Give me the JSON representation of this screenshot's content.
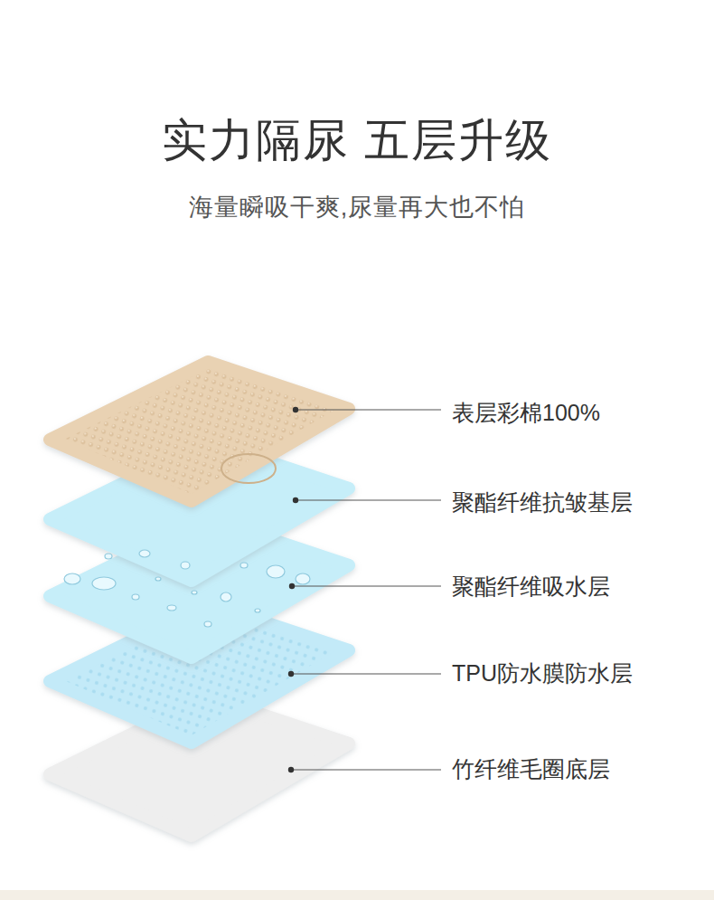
{
  "diagram": {
    "title": "实力隔尿 五层升级",
    "caption": "海量瞬吸干爽,尿量再大也不怕",
    "labels": [
      "表层彩棉100%",
      "聚酯纤维抗皱基层",
      "聚酯纤维吸水层",
      "TPU防水膜防水层",
      "竹纤维毛圈底层"
    ]
  }
}
